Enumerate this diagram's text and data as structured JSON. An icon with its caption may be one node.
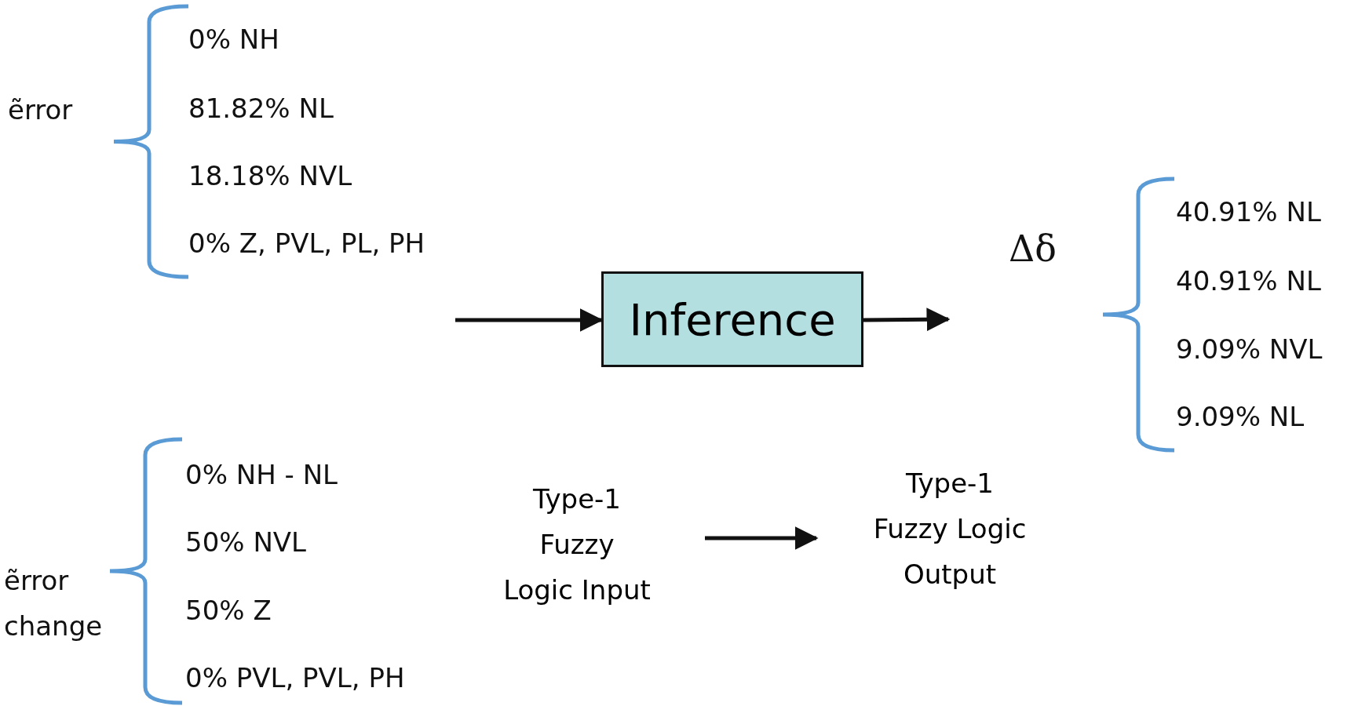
{
  "diagram": {
    "nodes": [
      {
        "text": [
          "Inference"
        ]
      },
      {
        "text": [
          "Type-1 Fuzzy Logic Input"
        ]
      },
      {
        "text": [
          "Type-1 Fuzzy Logic Output"
        ]
      }
    ],
    "edges": [
      {
        "from": null,
        "to": 0,
        "arrow": "to"
      },
      {
        "from": 0,
        "to": null,
        "arrow": "to"
      },
      {
        "from": 1,
        "to": 2,
        "arrow": "to"
      }
    ],
    "labels": [
      "ẽrror",
      "0% NH",
      "81.82% NL",
      "18.18% NVL",
      "0% Z, PVL, PL, PH",
      "Δδ",
      "40.91% NL",
      "40.91% NL",
      "9.09% NVL",
      "9.09% NL",
      "ẽrror change",
      "0% NH - NL",
      "50% NVL",
      "50% Z",
      "0% PVL, PVL, PH"
    ]
  }
}
